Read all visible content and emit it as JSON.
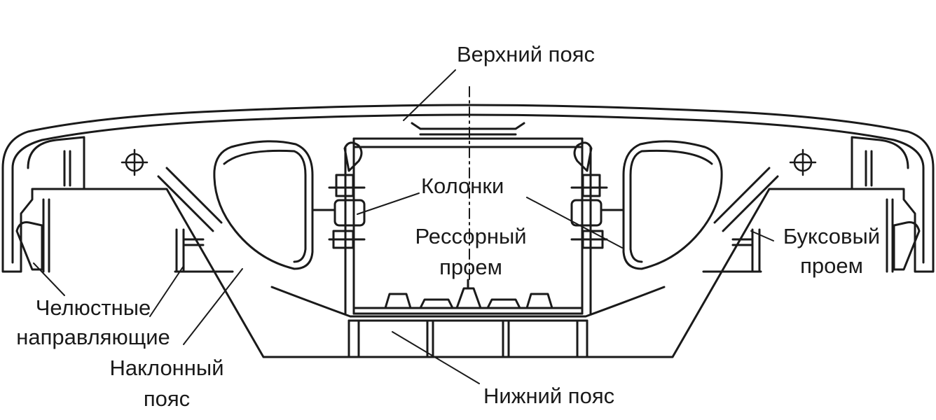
{
  "labels": {
    "top_chord": "Верхний пояс",
    "columns": "Колонки",
    "spring_opening_1": "Рессорный",
    "spring_opening_2": "проем",
    "axlebox_opening_1": "Буксовый",
    "axlebox_opening_2": "проем",
    "jaw_guides_1": "Челюстные",
    "jaw_guides_2": "направляющие",
    "inclined_chord_1": "Наклонный",
    "inclined_chord_2": "пояс",
    "bottom_chord": "Нижний пояс"
  },
  "colors": {
    "line": "#1a1a1a",
    "background": "#ffffff"
  }
}
